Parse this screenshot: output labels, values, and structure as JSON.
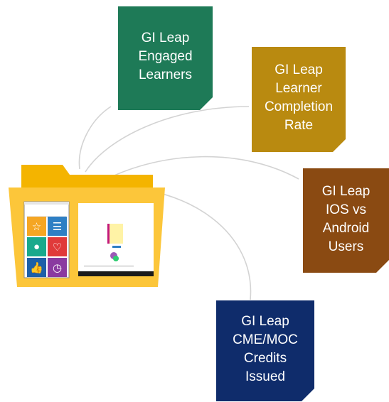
{
  "notes": [
    {
      "label": "GI Leap\nEngaged\nLearners",
      "color": "#1e7a57"
    },
    {
      "label": "GI Leap\nLearner\nCompletion\nRate",
      "color": "#b98a10"
    },
    {
      "label": "GI Leap\nIOS vs\nAndroid\nUsers",
      "color": "#8a4a12"
    },
    {
      "label": "GI Leap\nCME/MOC\nCredits\nIssued",
      "color": "#0f2c6b"
    }
  ],
  "folder": {
    "color": "#fcc63a",
    "back_color": "#f4b400"
  },
  "phone": {
    "tiles": [
      {
        "icon": "star-icon",
        "color": "#f5a623"
      },
      {
        "icon": "list-icon",
        "color": "#2e7fc4"
      },
      {
        "icon": "person-icon",
        "color": "#19a98c"
      },
      {
        "icon": "heart-icon",
        "color": "#e03a3a"
      },
      {
        "icon": "thumbs-up-icon",
        "color": "#1d5fa8"
      },
      {
        "icon": "clock-icon",
        "color": "#8a3aa0"
      }
    ]
  }
}
